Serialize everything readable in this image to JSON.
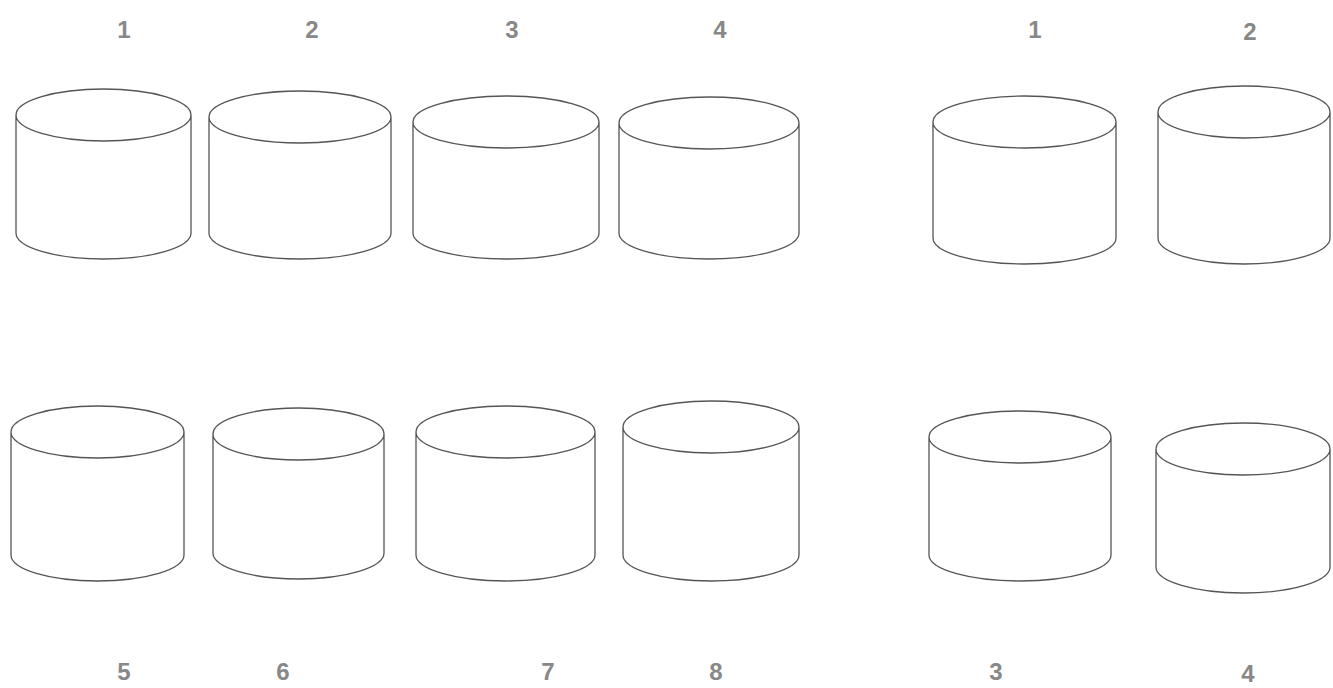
{
  "diagram": {
    "nodes": [
      {
        "text": [
          "1"
        ]
      },
      {
        "text": [
          "2"
        ]
      },
      {
        "text": [
          "3"
        ]
      },
      {
        "text": [
          "4"
        ]
      },
      {
        "text": [
          "1"
        ]
      },
      {
        "text": [
          "2"
        ]
      },
      {
        "text": [
          "5"
        ]
      },
      {
        "text": [
          "6"
        ]
      },
      {
        "text": [
          "7"
        ]
      },
      {
        "text": [
          "8"
        ]
      },
      {
        "text": [
          "3"
        ]
      },
      {
        "text": [
          "4"
        ]
      }
    ]
  }
}
